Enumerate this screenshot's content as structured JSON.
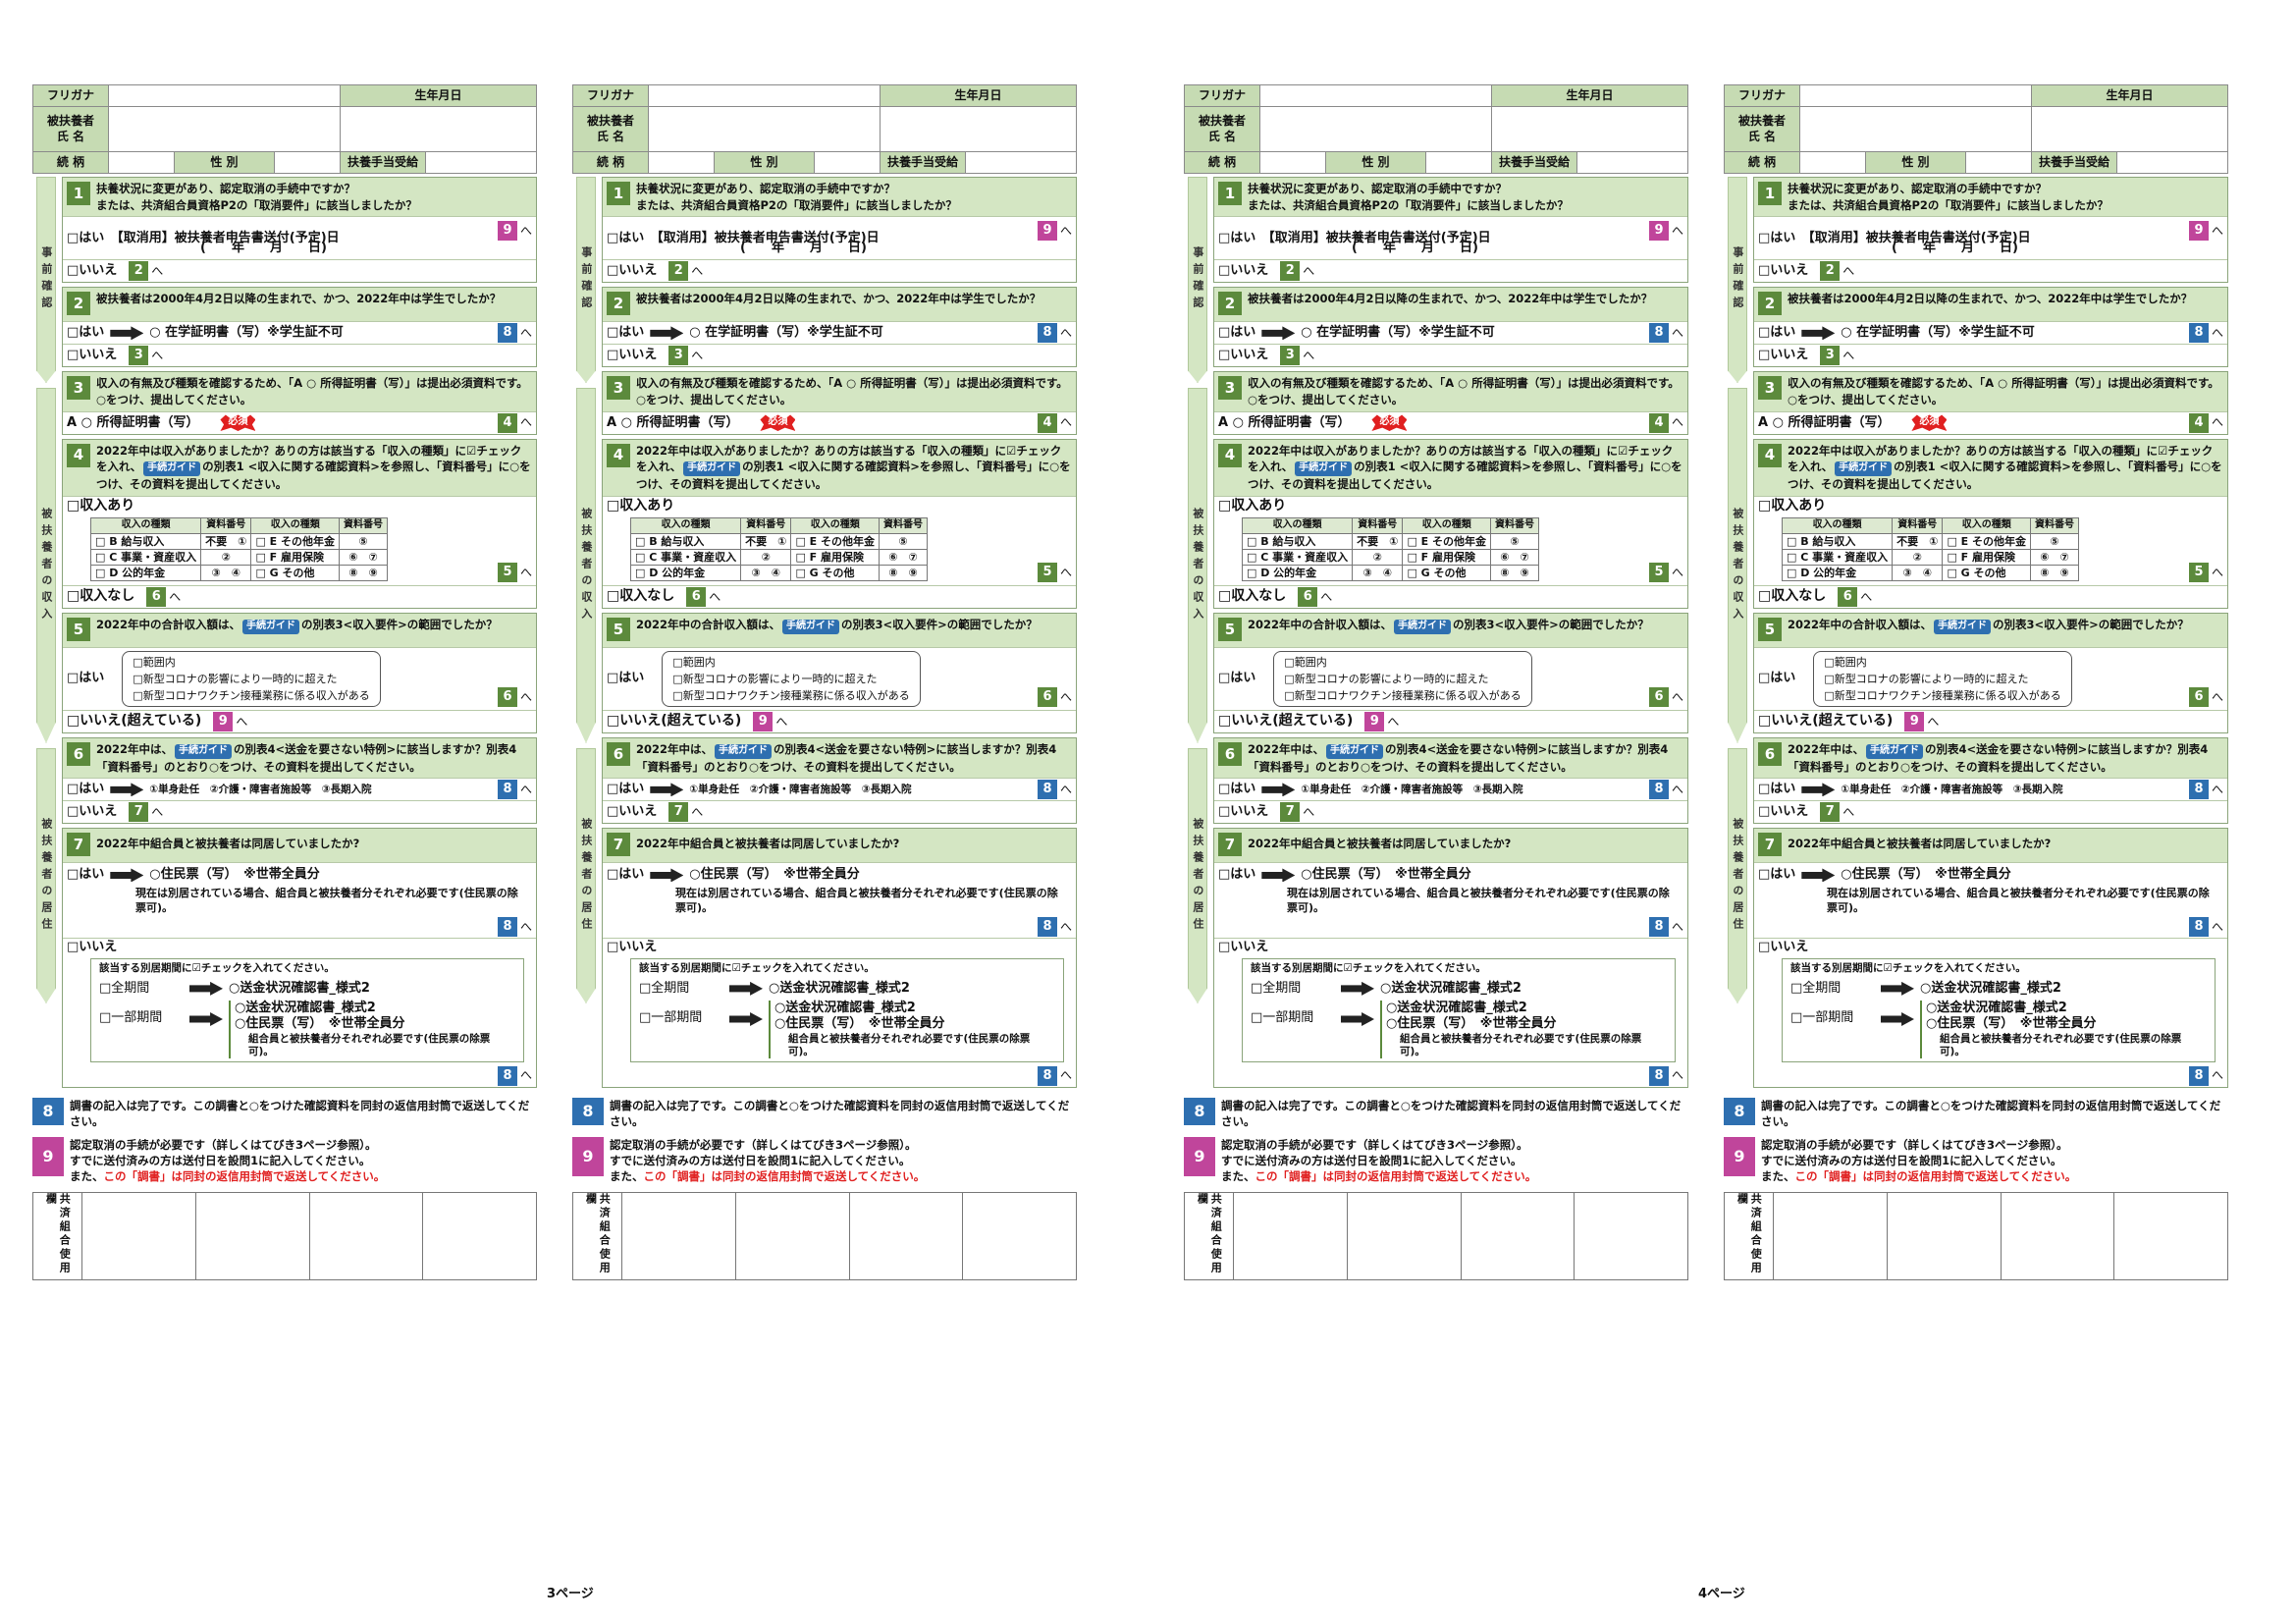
{
  "header": {
    "furigana": "フリガナ",
    "birth": "生年月日",
    "name_label": "被扶養者\n氏 名",
    "relation": "続 柄",
    "sex": "性 別",
    "allowance": "扶養手当受給"
  },
  "side_labels": {
    "pre": "事前確認",
    "income": "被扶養者の収入",
    "residence": "被扶養者の居住"
  },
  "he": "へ",
  "q1": {
    "num": "1",
    "text": "扶養状況に変更があり、認定取消の手続中ですか？\nまたは、共済組合員資格P2の「取消要件」に該当しましたか？",
    "yes": "□はい　【取消用】被扶養者申告書送付(予定)日",
    "date": "(　　年　　月　　日)",
    "yes_go": "9",
    "no": "□いいえ",
    "no_go": "2"
  },
  "q2": {
    "num": "2",
    "text": "被扶養者は2000年4月2日以降の生まれで、かつ、2022年中は学生でしたか？",
    "yes": "□はい",
    "yes_doc": "○ 在学証明書（写）※学生証不可",
    "yes_go": "8",
    "no": "□いいえ",
    "no_go": "3"
  },
  "q3": {
    "num": "3",
    "text": "収入の有無及び種類を確認するため、「A ○ 所得証明書（写）」は提出必須資料です。○をつけ、提出してください。",
    "doc": "A ○ 所得証明書（写）",
    "required": "必須",
    "go": "4"
  },
  "q4": {
    "num": "4",
    "text1": "2022年中は収入がありましたか？ありの方は該当する「収入の種類」に☑チェックを入れ、",
    "tag": "手続ガイド",
    "text2": "の別表1 <収入に関する確認資料>を参照し、「資料番号」に○をつけ、その資料を提出してください。",
    "yes": "□収入あり",
    "yes_go": "5",
    "no": "□収入なし",
    "no_go": "6",
    "table_head": [
      "収入の種類",
      "資料番号",
      "収入の種類",
      "資料番号"
    ],
    "table_rows": [
      [
        "□ B 給与収入",
        "不要　①",
        "□ E その他年金",
        "⑤"
      ],
      [
        "□ C 事業・資産収入",
        "②",
        "□ F 雇用保険",
        "⑥　⑦"
      ],
      [
        "□ D 公的年金",
        "③　④",
        "□ G その他",
        "⑧　⑨"
      ]
    ]
  },
  "q5": {
    "num": "5",
    "text1": "2022年中の合計収入額は、",
    "tag": "手続ガイド",
    "text2": "の別表3<収入要件>の範囲でしたか？",
    "yes": "□はい",
    "opts": [
      "□範囲内",
      "□新型コロナの影響により一時的に超えた",
      "□新型コロナワクチン接種業務に係る収入がある"
    ],
    "yes_go": "6",
    "no": "□いいえ(超えている)",
    "no_go": "9"
  },
  "q6": {
    "num": "6",
    "text1": "2022年中は、",
    "tag": "手続ガイド",
    "text2": "の別表4<送金を要さない特例>に該当しますか？別表4「資料番号」のとおり○をつけ、その資料を提出してください。",
    "yes": "□はい",
    "yes_opts": "①単身赴任　②介護・障害者施設等　③長期入院",
    "yes_go": "8",
    "no": "□いいえ",
    "no_go": "7"
  },
  "q7": {
    "num": "7",
    "text": "2022年中組合員と被扶養者は同居していましたか?",
    "yes": "□はい",
    "yes_doc": "○住民票（写）　※世帯全員分",
    "yes_note": "現在は別居されている場合、組合員と被扶養者分それぞれ必要です(住民票の除票可)。",
    "yes_go": "8",
    "no": "□いいえ",
    "box_title": "該当する別居期間に☑チェックを入れてください。",
    "full": "□全期間",
    "full_doc": "○送金状況確認書_様式2",
    "part": "□一部期間",
    "part_doc1": "○送金状況確認書_様式2",
    "part_doc2": "○住民票（写）　※世帯全員分",
    "part_note": "組合員と被扶養者分それぞれ必要です(住民票の除票可)。",
    "no_go": "8"
  },
  "end8": {
    "num": "8",
    "text": "調書の記入は完了です。この調書と○をつけた確認資料を同封の返信用封筒で返送してください。"
  },
  "end9": {
    "num": "9",
    "text1": "認定取消の手続が必要です（詳しくはてびき3ページ参照）。",
    "text2": "すでに送付済みの方は送付日を設問1に記入してください。",
    "text3_pre": "また、",
    "text3_red": "この「調書」は同封の返信用封筒で返送してください。"
  },
  "use_label": "共済組合使用欄",
  "page_numbers": [
    "3ページ",
    "4ページ"
  ],
  "colors": {
    "green": "#5c8a3c",
    "light_green": "#d4e6c3",
    "blue": "#2e6fb0",
    "pink": "#c0459b",
    "red": "#e02020"
  }
}
